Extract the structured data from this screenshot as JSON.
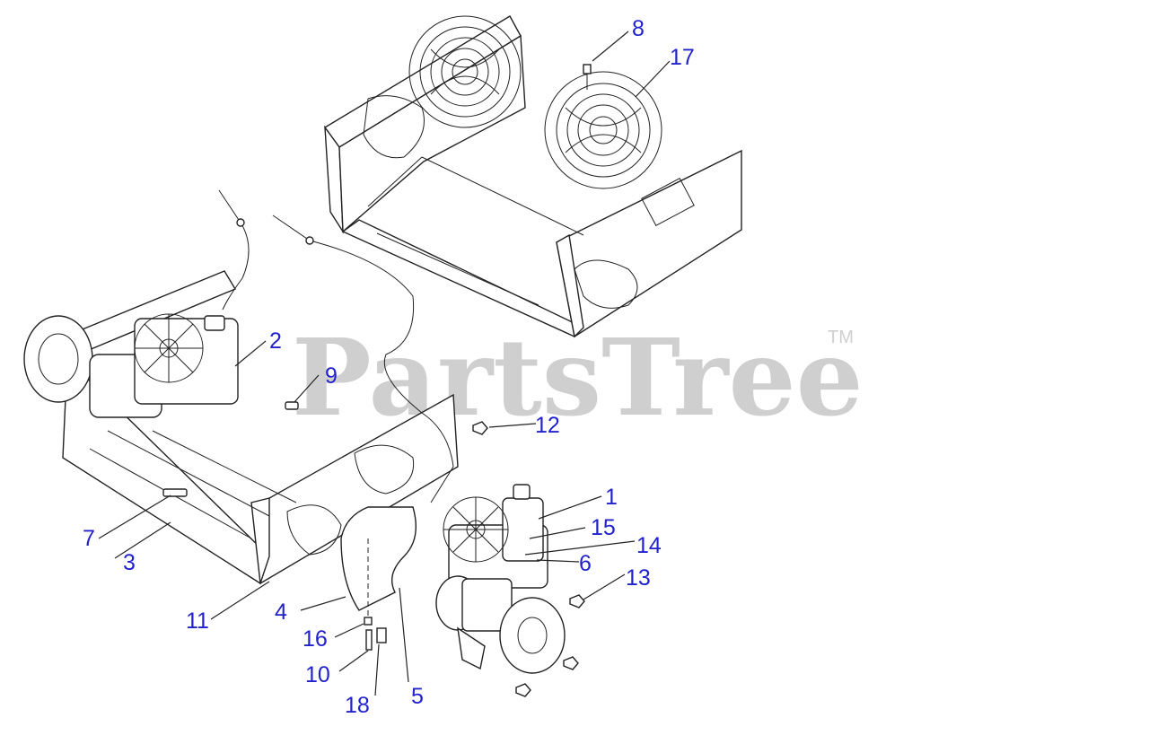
{
  "watermark": {
    "text": "PartsTree",
    "trademark": "TM"
  },
  "callouts": {
    "c1": "1",
    "c2": "2",
    "c3": "3",
    "c4": "4",
    "c5": "5",
    "c6": "6",
    "c7": "7",
    "c8": "8",
    "c9": "9",
    "c10": "10",
    "c11": "11",
    "c12": "12",
    "c13": "13",
    "c14": "14",
    "c15": "15",
    "c16": "16",
    "c17": "17",
    "c18": "18"
  },
  "colors": {
    "callout": "#2222cc",
    "line": "#222222",
    "watermark": "#cfcfcf"
  }
}
